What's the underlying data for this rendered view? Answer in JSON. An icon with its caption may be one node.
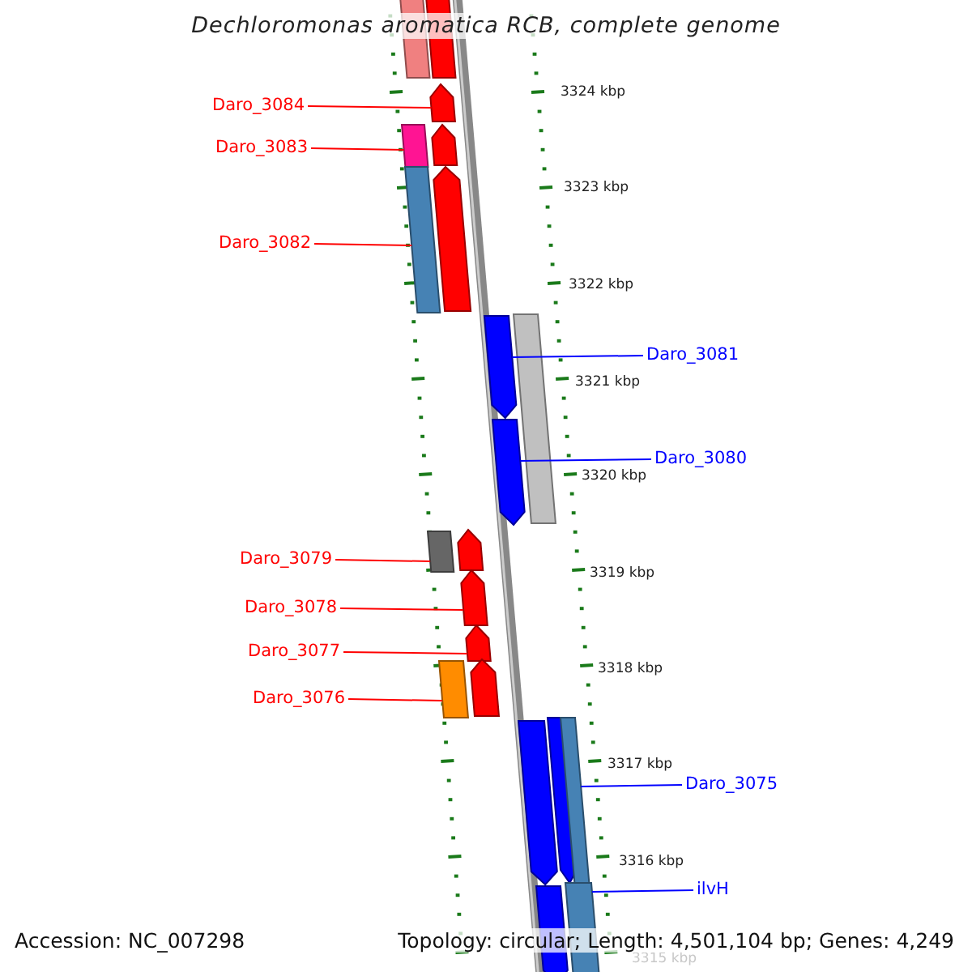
{
  "diagram": {
    "title": "Dechloromonas aromatica RCB, complete genome",
    "nodes": [
      {
        "text": [
          "Daro_3084"
        ]
      },
      {
        "text": [
          "Daro_3083"
        ]
      },
      {
        "text": [
          "Daro_3082"
        ]
      },
      {
        "text": [
          "Daro_3081"
        ]
      },
      {
        "text": [
          "Daro_3080"
        ]
      },
      {
        "text": [
          "Daro_3079"
        ]
      },
      {
        "text": [
          "Daro_3078"
        ]
      },
      {
        "text": [
          "Daro_3077"
        ]
      },
      {
        "text": [
          "Daro_3076"
        ]
      },
      {
        "text": [
          "Daro_3075"
        ]
      },
      {
        "text": [
          "ilvH"
        ]
      },
      {
        "text": [],
        "shape": "box"
      },
      {
        "text": [],
        "shape": "box"
      },
      {
        "text": [],
        "shape": "pentagon"
      },
      {
        "text": [],
        "shape": "box"
      },
      {
        "text": [],
        "shape": "pentagon"
      },
      {
        "text": [],
        "shape": "box"
      },
      {
        "text": [],
        "shape": "pentagon"
      },
      {
        "text": [],
        "shape": "pentagon"
      },
      {
        "text": [],
        "shape": "box"
      },
      {
        "text": [],
        "shape": "pentagon"
      },
      {
        "text": [],
        "shape": "box"
      },
      {
        "text": [],
        "shape": "pentagon"
      },
      {
        "text": [],
        "shape": "pentagon"
      },
      {
        "text": [],
        "shape": "pentagon"
      },
      {
        "text": [],
        "shape": "box"
      },
      {
        "text": [],
        "shape": "pentagon"
      },
      {
        "text": [],
        "shape": "pentagon"
      },
      {
        "text": [],
        "shape": "pentagon"
      },
      {
        "text": [],
        "shape": "box"
      },
      {
        "text": [],
        "shape": "pentagon"
      },
      {
        "text": [],
        "shape": "box"
      }
    ],
    "edges": [
      {
        "from": 0,
        "to": 13,
        "arrow": "none"
      },
      {
        "from": 1,
        "to": 14,
        "arrow": "none"
      },
      {
        "from": 2,
        "to": 16,
        "arrow": "none"
      },
      {
        "from": 3,
        "to": 18,
        "arrow": "none",
        "color": "#0000ff"
      },
      {
        "from": 4,
        "to": 20,
        "arrow": "none",
        "color": "#0000ff"
      },
      {
        "from": 5,
        "to": 21,
        "arrow": "none"
      },
      {
        "from": 6,
        "to": 23,
        "arrow": "none"
      },
      {
        "from": 7,
        "to": 24,
        "arrow": "none"
      },
      {
        "from": 8,
        "to": 25,
        "arrow": "none"
      },
      {
        "from": 9,
        "to": 29,
        "arrow": "none",
        "color": "#0000ff"
      },
      {
        "from": 10,
        "to": 31,
        "arrow": "none",
        "color": "#0000ff"
      }
    ],
    "labels": [
      "3324 kbp",
      "3323 kbp",
      "3322 kbp",
      "3321 kbp",
      "3320 kbp",
      "3319 kbp",
      "3318 kbp",
      "3317 kbp",
      "3316 kbp",
      "Accession: NC_007298",
      "Topology: circular; Length: 4,501,104 bp; Genes: 4,249",
      "3315 kbp"
    ]
  }
}
